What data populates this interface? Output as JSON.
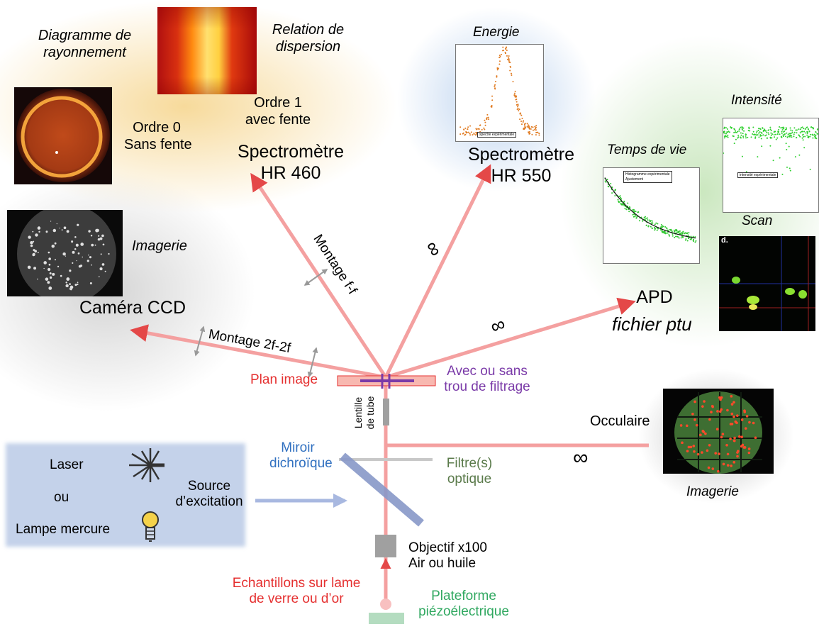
{
  "colors": {
    "beam": "#f4a0a0",
    "laser_beam": "#a8b8e0",
    "plan_image": "#e53030",
    "filter_purple": "#7a3aa8",
    "dichroic_blue": "#3070c0",
    "optics_green": "#5a7a4a",
    "stage_green": "#30a860",
    "text": "#111111",
    "spectro_glow": "#f6d690",
    "energy_glow": "#b8d0ee",
    "apd_glow": "#c8e6bc",
    "ccd_glow": "#d4d4d4",
    "source_box": "#c4d2ea"
  },
  "top_left": {
    "diagram_label": "Diagramme de\nrayonnement",
    "dispersion_label": "Relation de\ndispersion",
    "ordre0": "Ordre 0\nSans fente",
    "ordre1": "Ordre 1\navec fente",
    "spectro460": "Spectromètre\nHR 460"
  },
  "energy": {
    "title": "Energie",
    "legend": "spectre expérimentale",
    "spectro550": "Spectromètre\nHR 550"
  },
  "apd": {
    "intensity_title": "Intensité",
    "intensity_legend": "intensité expérimentale",
    "lifetime_title": "Temps de vie",
    "lifetime_legend_1": "Histogramme expérimentale",
    "lifetime_legend_2": "Ajustement",
    "scan_title": "Scan",
    "scan_tag": "d.",
    "apd_label": "APD",
    "ptu_label": "fichier ptu"
  },
  "ccd": {
    "imagerie": "Imagerie",
    "camera": "Caméra CCD",
    "montage_2f": "Montage 2f-2f",
    "montage_ff": "Montage f-f"
  },
  "infinity": "∞",
  "center": {
    "plan_image": "Plan image",
    "filtrage": "Avec ou sans\ntrou de filtrage",
    "lentille": "Lentille\nde tube",
    "occulaire": "Occulaire",
    "imagerie2": "Imagerie",
    "miroir": "Miroir\ndichroïque",
    "filtres": "Filtre(s)\noptique"
  },
  "source": {
    "laser": "Laser",
    "ou": "ou",
    "lampe": "Lampe mercure",
    "excitation": "Source\nd’excitation"
  },
  "bottom": {
    "objectif": "Objectif x100\nAir ou huile",
    "echantillons": "Echantillons sur lame\nde verre ou d’or",
    "plateforme": "Plateforme\npiézoélectrique"
  }
}
